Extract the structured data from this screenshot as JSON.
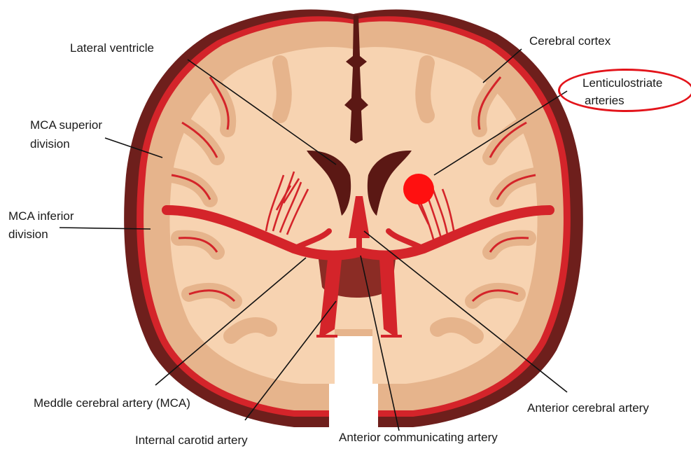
{
  "labels": {
    "lateral_ventricle": "Lateral ventricle",
    "cerebral_cortex": "Cerebral cortex",
    "lenticulostriate_line1": "Lenticulostriate",
    "lenticulostriate_line2": "arteries",
    "mca_superior_line1": "MCA superior",
    "mca_superior_line2": "division",
    "mca_inferior_line1": "MCA inferior",
    "mca_inferior_line2": "division",
    "middle_cerebral_artery": "Meddle cerebral artery (MCA)",
    "anterior_cerebral_artery": "Anterior cerebral artery",
    "internal_carotid_artery": "Internal carotid artery",
    "anterior_communicating_artery": "Anterior communicating artery"
  },
  "colors": {
    "outer_skull": "#6e1f1c",
    "artery": "#d4242a",
    "gray_matter": "#e6b48c",
    "white_matter": "#f7d3b1",
    "ventricle": "#5b1814",
    "lesion": "#ff1010",
    "highlight_ring": "#e3141b"
  }
}
